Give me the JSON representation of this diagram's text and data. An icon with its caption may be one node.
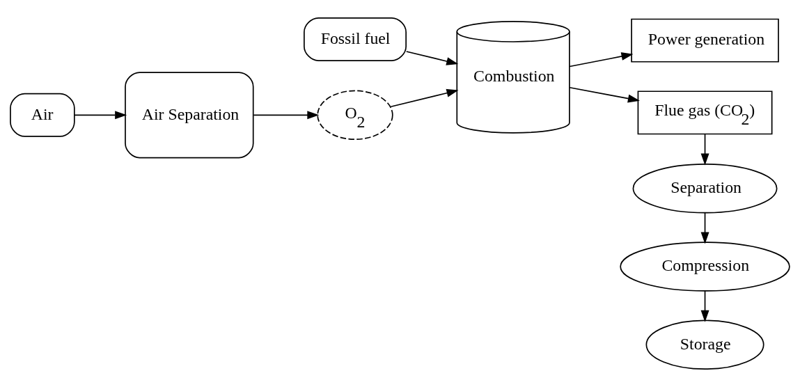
{
  "diagram": {
    "nodes": [
      {
        "text": [
          "Fossil fuel"
        ]
      },
      {
        "text": [
          "Air"
        ]
      },
      {
        "text": [
          "Air Separation"
        ]
      },
      {
        "text": [
          "O$_{2}$"
        ]
      },
      {
        "text": [
          "Combustion"
        ]
      },
      {
        "text": [
          "Power generation"
        ]
      },
      {
        "text": [
          "Flue gas (CO$_{2}$)"
        ]
      },
      {
        "text": [
          "Separation"
        ]
      },
      {
        "text": [
          "Compression"
        ]
      },
      {
        "text": [
          "Storage"
        ]
      }
    ],
    "edges": [
      {
        "from": 0,
        "to": 4,
        "arrow": "to"
      },
      {
        "from": 1,
        "to": 2,
        "arrow": "to"
      },
      {
        "from": 2,
        "to": 3,
        "arrow": "to"
      },
      {
        "from": 3,
        "to": 4,
        "arrow": "to"
      },
      {
        "from": 4,
        "to": 5,
        "arrow": "to"
      },
      {
        "from": 4,
        "to": 6,
        "arrow": "to"
      },
      {
        "from": 6,
        "to": 7,
        "arrow": "to"
      },
      {
        "from": 7,
        "to": 8,
        "arrow": "to"
      },
      {
        "from": 8,
        "to": 9,
        "arrow": "to"
      }
    ]
  }
}
